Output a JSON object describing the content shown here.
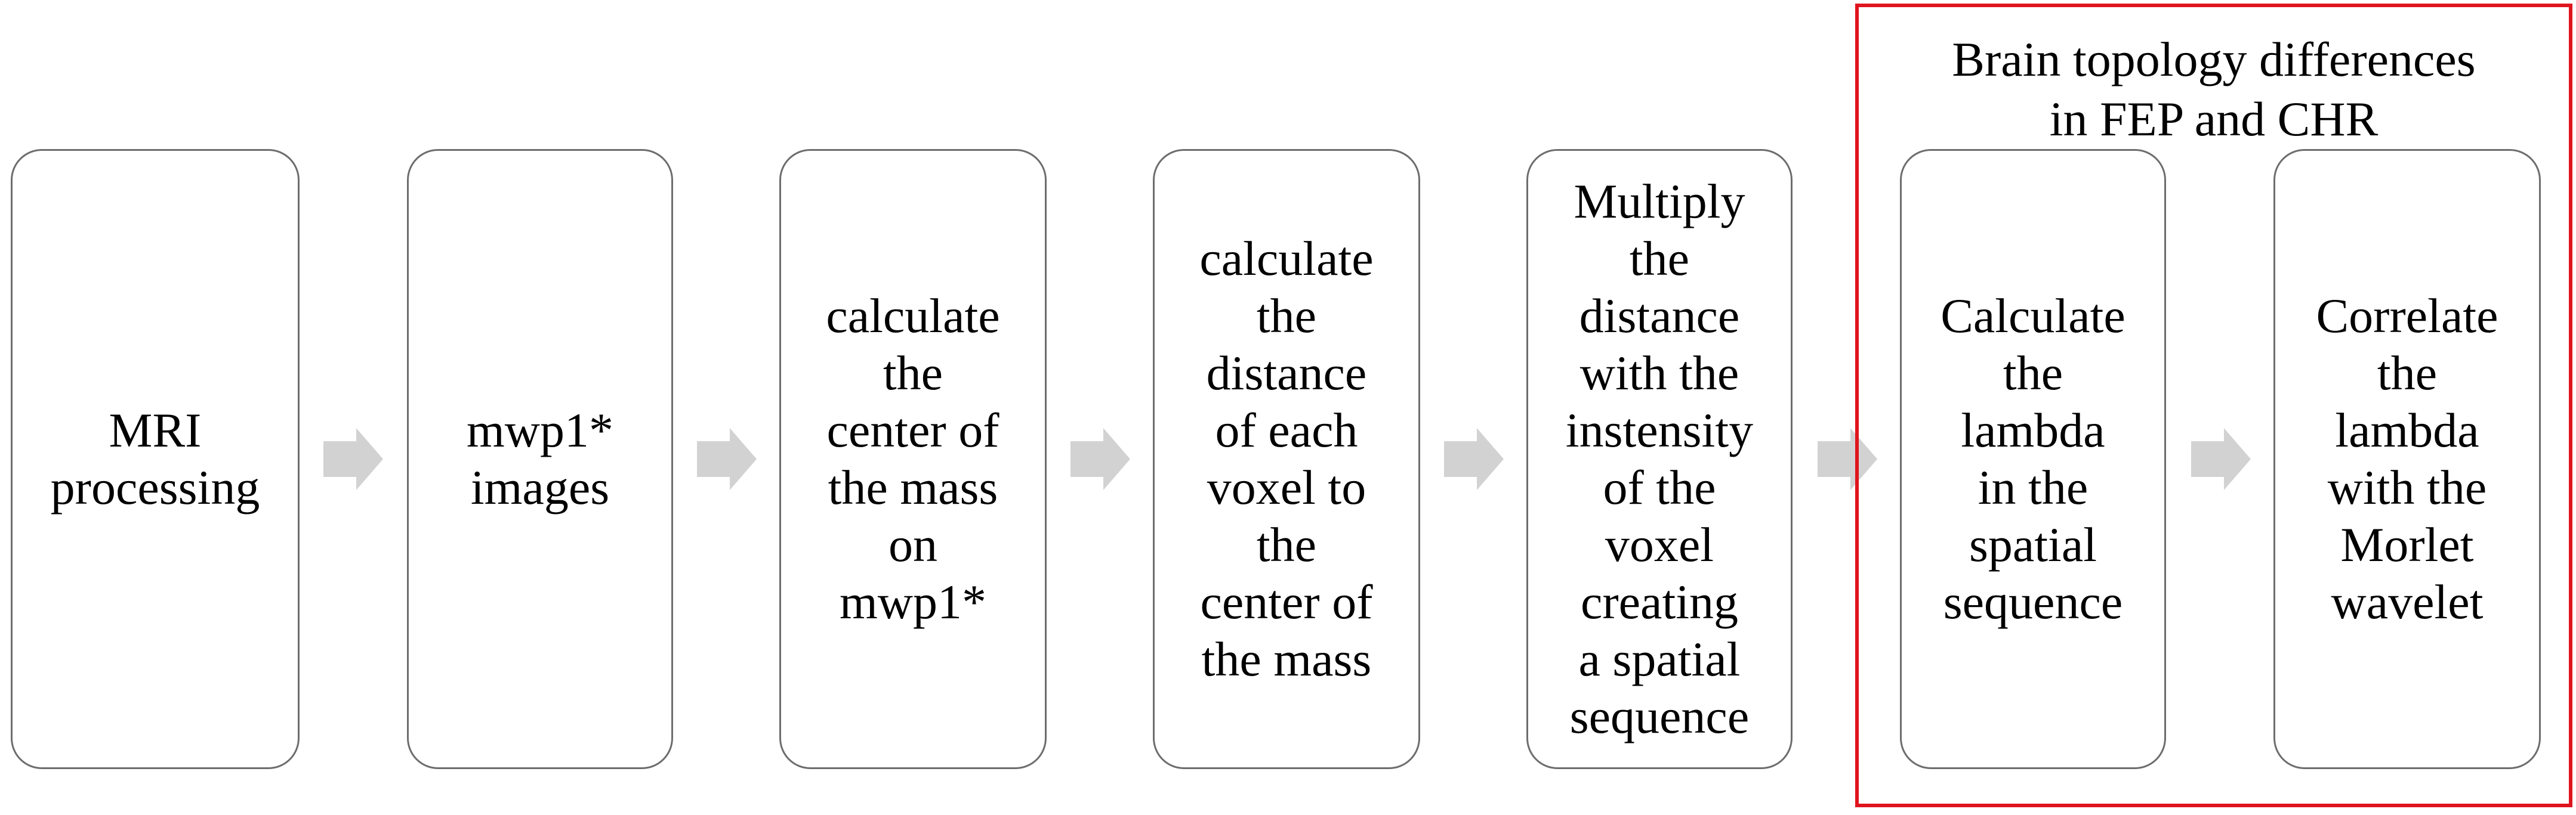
{
  "colors": {
    "box_border": "#6d6d6d",
    "arrow_fill": "#d2d2d2",
    "highlight_border": "#e0141e",
    "text": "#000000"
  },
  "steps": [
    {
      "label": "MRI\nprocessing"
    },
    {
      "label": "mwp1*\nimages"
    },
    {
      "label": "calculate\nthe\ncenter of\nthe mass\non\nmwp1*"
    },
    {
      "label": "calculate\nthe\ndistance\nof each\nvoxel to\nthe\ncenter of\nthe mass"
    },
    {
      "label": "Multiply\nthe\ndistance\nwith the\ninstensity\nof the\nvoxel\ncreating\na spatial\nsequence"
    },
    {
      "label": "Calculate\nthe\nlambda\nin the\nspatial\nsequence"
    },
    {
      "label": "Correlate\nthe\nlambda\nwith the\nMorlet\nwavelet"
    }
  ],
  "highlight": {
    "title": "Brain topology differences\nin FEP and CHR"
  },
  "arrows": [
    {
      "icon": "right-arrow-icon"
    },
    {
      "icon": "right-arrow-icon"
    },
    {
      "icon": "right-arrow-icon"
    },
    {
      "icon": "right-arrow-icon"
    },
    {
      "icon": "right-arrow-icon"
    },
    {
      "icon": "right-arrow-icon"
    }
  ]
}
